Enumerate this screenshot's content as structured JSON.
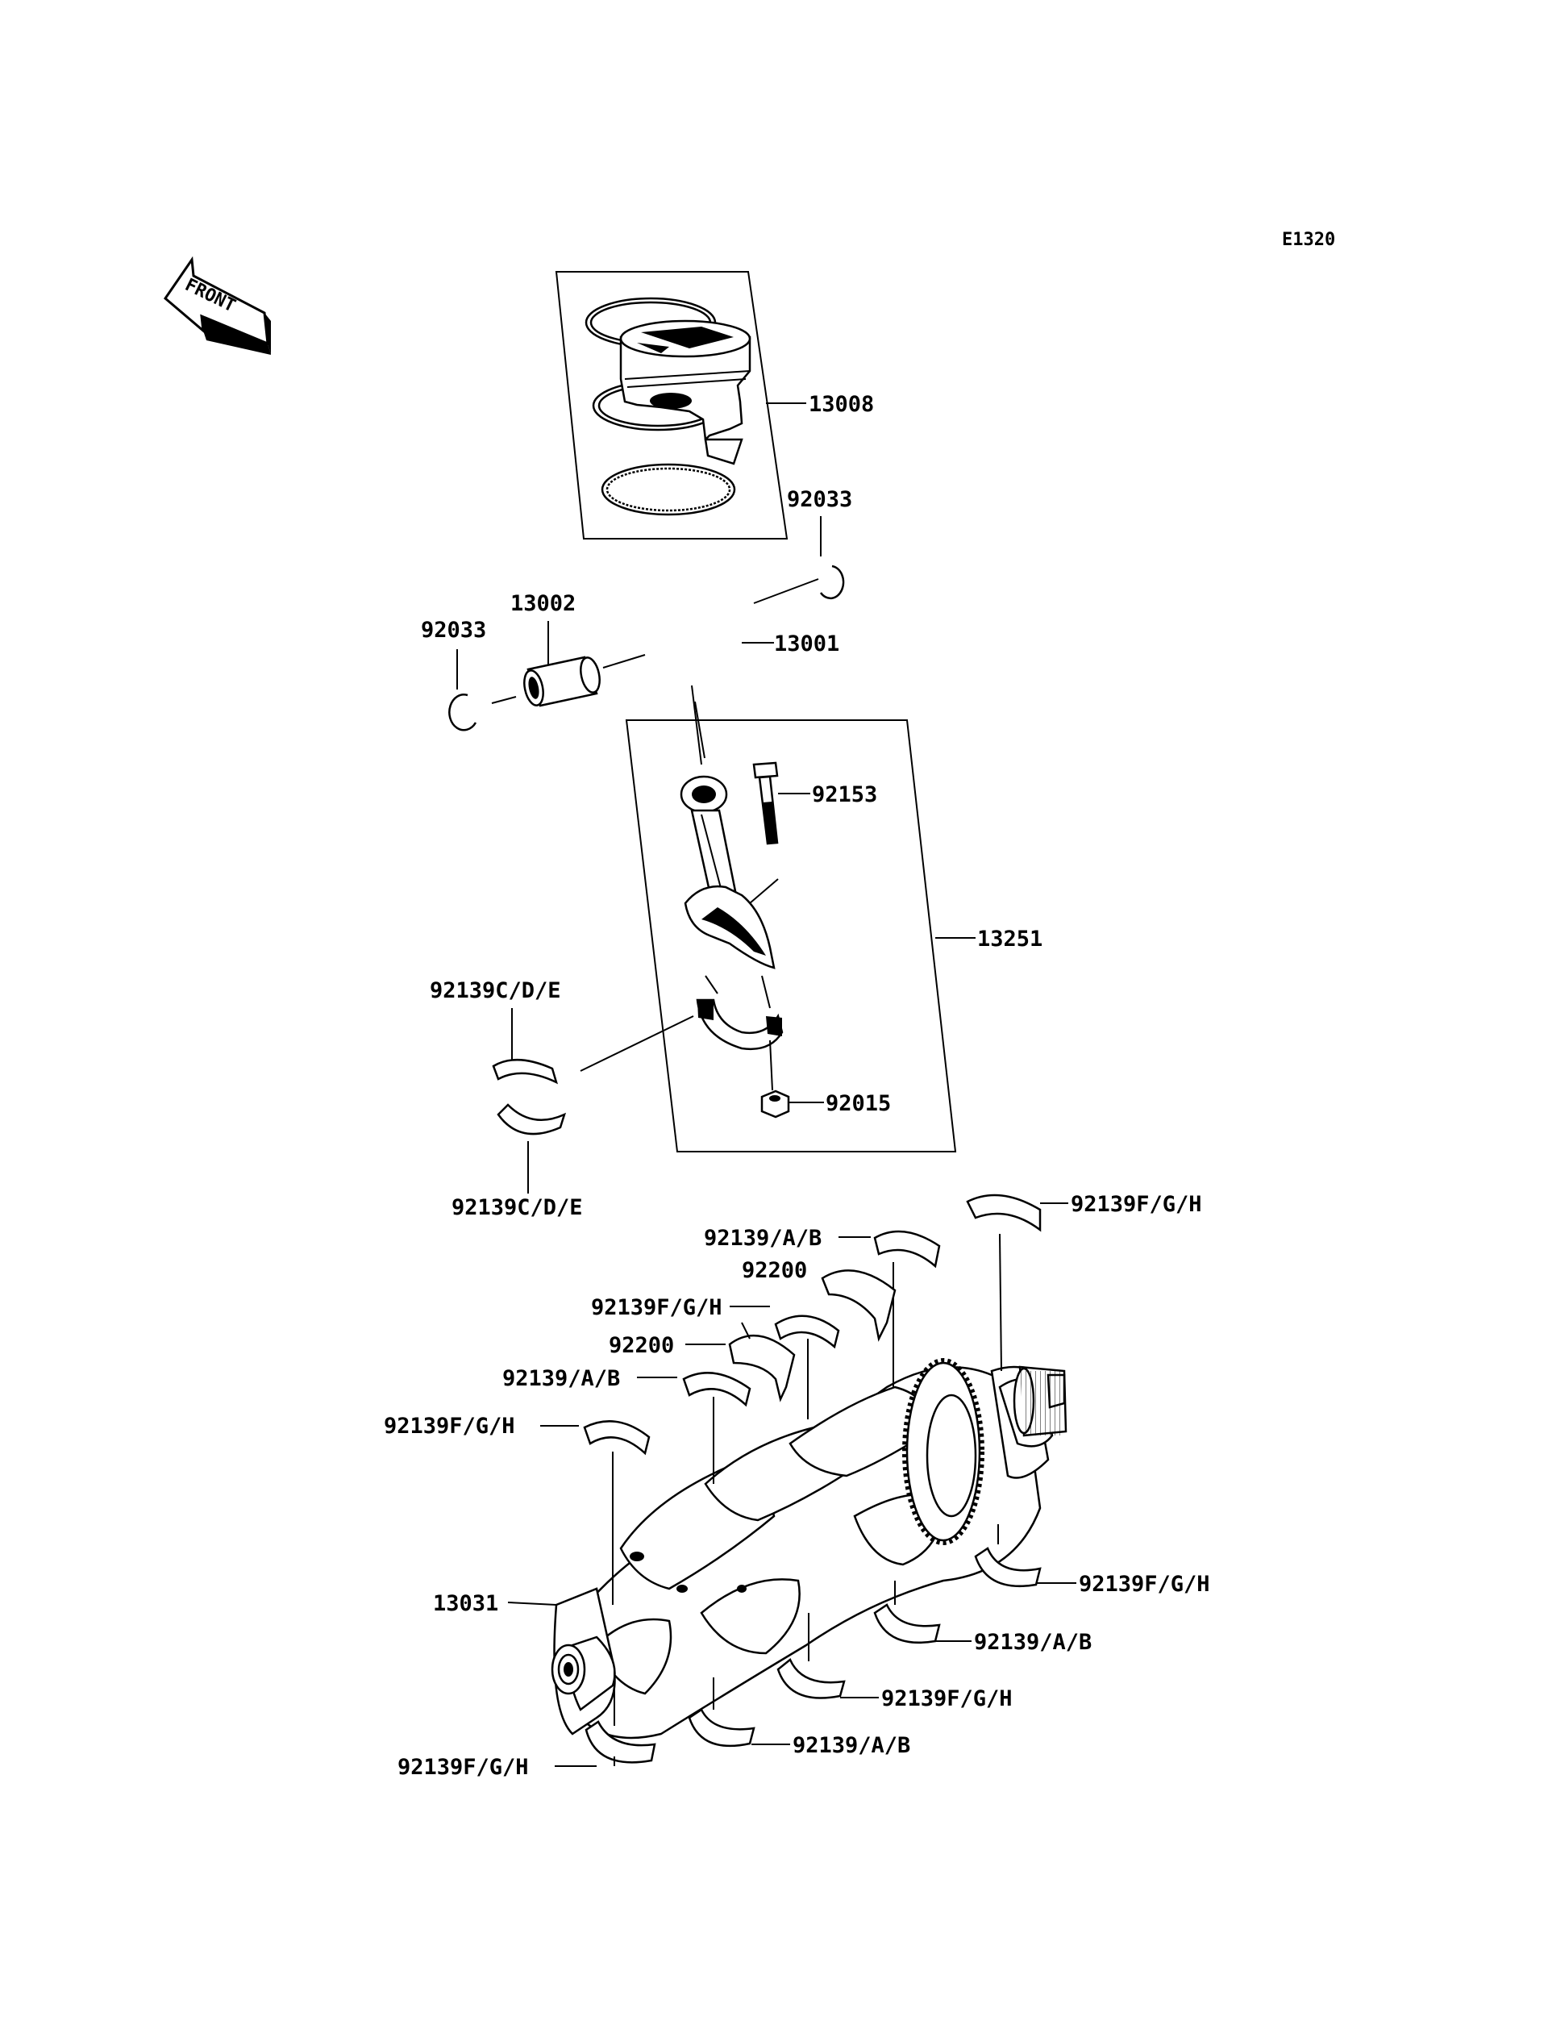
{
  "diagram": {
    "code": "E1320",
    "front_label": "FRONT",
    "parts": [
      {
        "id": "p13008",
        "label": "13008"
      },
      {
        "id": "p92033a",
        "label": "92033"
      },
      {
        "id": "p13002",
        "label": "13002"
      },
      {
        "id": "p92033b",
        "label": "92033"
      },
      {
        "id": "p13001",
        "label": "13001"
      },
      {
        "id": "p92153",
        "label": "92153"
      },
      {
        "id": "p13251",
        "label": "13251"
      },
      {
        "id": "p92139cde1",
        "label": "92139C/D/E"
      },
      {
        "id": "p92015",
        "label": "92015"
      },
      {
        "id": "p92139cde2",
        "label": "92139C/D/E"
      },
      {
        "id": "p92139fgh1",
        "label": "92139F/G/H"
      },
      {
        "id": "p92139ab1",
        "label": "92139/A/B"
      },
      {
        "id": "p92200a",
        "label": "92200"
      },
      {
        "id": "p92139fgh2",
        "label": "92139F/G/H"
      },
      {
        "id": "p92200b",
        "label": "92200"
      },
      {
        "id": "p92139ab2",
        "label": "92139/A/B"
      },
      {
        "id": "p92139fgh3",
        "label": "92139F/G/H"
      },
      {
        "id": "p13031",
        "label": "13031"
      },
      {
        "id": "p92139fgh4",
        "label": "92139F/G/H"
      },
      {
        "id": "p92139ab3",
        "label": "92139/A/B"
      },
      {
        "id": "p92139fgh5",
        "label": "92139F/G/H"
      },
      {
        "id": "p92139fgh6",
        "label": "92139F/G/H"
      },
      {
        "id": "p92139ab4",
        "label": "92139/A/B"
      }
    ]
  }
}
